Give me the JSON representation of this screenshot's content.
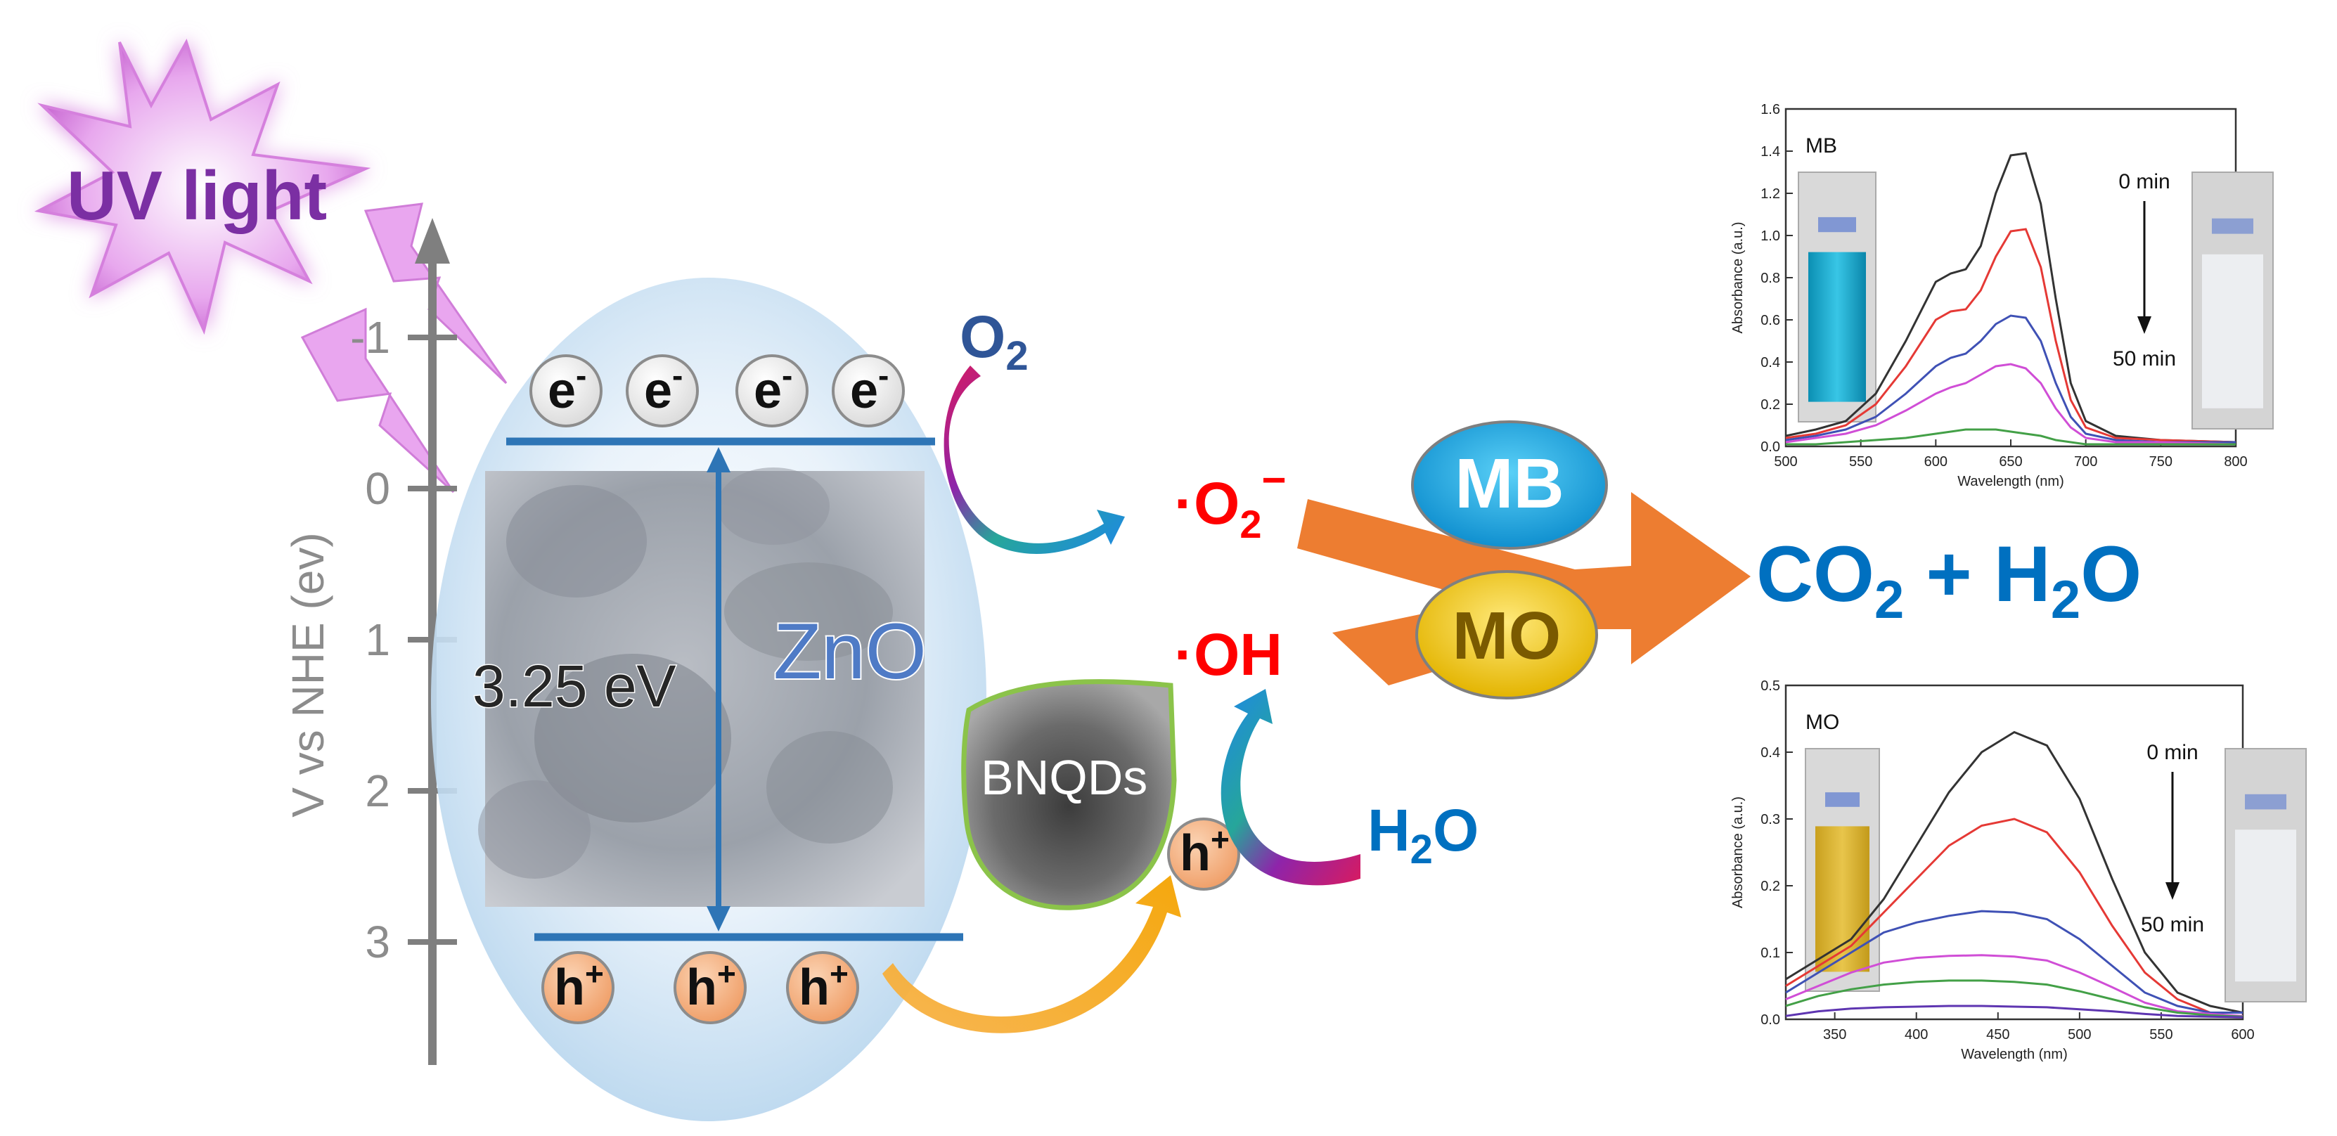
{
  "uv_light": {
    "label": "UV light"
  },
  "energy_axis": {
    "label": "V vs NHE (ev)",
    "ticks": [
      "-1",
      "0",
      "1",
      "2",
      "3"
    ]
  },
  "zno": {
    "label": "ZnO",
    "band_gap": "3.25 eV",
    "electron_symbol": "e",
    "electron_sup": "-",
    "hole_symbol": "h",
    "hole_sup": "+",
    "electron_count": 4,
    "hole_count": 3
  },
  "bnqds": {
    "label": "BNQDs"
  },
  "species": {
    "o2_main": "O",
    "o2_sub": "2",
    "superoxide_main": "·O",
    "superoxide_sub": "2",
    "superoxide_sup": "−",
    "hydroxyl": "·OH",
    "h2o_h": "H",
    "h2o_sub": "2",
    "h2o_o": "O"
  },
  "dyes": {
    "mb": "MB",
    "mo": "MO"
  },
  "products": {
    "co2": "CO",
    "co2_sub": "2",
    "plus": " + ",
    "h2o_h": "H",
    "h2o_sub": "2",
    "h2o_o": "O"
  },
  "colors": {
    "uv": "#7b2fa3",
    "band_line": "#2e75b6",
    "zno_text": "#4f7bc6",
    "radical_red": "#ff0000",
    "arrow_orange": "#ed7d31",
    "mb_fill": "#1ba1d9",
    "mo_fill": "#f2c500",
    "product_blue": "#0070c0",
    "hole_fill": "#f4b183"
  },
  "chart_data": [
    {
      "type": "line",
      "title": "",
      "panel_label": "MB",
      "xlabel": "Wavelength (nm)",
      "ylabel": "Absorbance (a.u.)",
      "xlim": [
        500,
        800
      ],
      "ylim": [
        0,
        1.6
      ],
      "xticks": [
        "500",
        "550",
        "600",
        "650",
        "700",
        "750",
        "800"
      ],
      "yticks": [
        "0.0",
        "0.2",
        "0.4",
        "0.6",
        "0.8",
        "1.0",
        "1.2",
        "1.4",
        "1.6"
      ],
      "time_start": "0 min",
      "time_end": "50 min",
      "x": [
        500,
        520,
        540,
        560,
        580,
        600,
        610,
        620,
        630,
        640,
        650,
        660,
        670,
        680,
        690,
        700,
        720,
        750,
        800
      ],
      "series": [
        {
          "color": "#333333",
          "values": [
            0.05,
            0.08,
            0.12,
            0.25,
            0.5,
            0.78,
            0.82,
            0.84,
            0.95,
            1.2,
            1.38,
            1.39,
            1.15,
            0.7,
            0.3,
            0.12,
            0.05,
            0.03,
            0.02
          ]
        },
        {
          "color": "#e53935",
          "values": [
            0.04,
            0.06,
            0.1,
            0.2,
            0.38,
            0.6,
            0.64,
            0.65,
            0.74,
            0.9,
            1.02,
            1.03,
            0.85,
            0.5,
            0.22,
            0.09,
            0.04,
            0.03,
            0.02
          ]
        },
        {
          "color": "#3f51b5",
          "values": [
            0.03,
            0.05,
            0.08,
            0.14,
            0.25,
            0.38,
            0.42,
            0.44,
            0.5,
            0.58,
            0.62,
            0.61,
            0.5,
            0.3,
            0.14,
            0.06,
            0.03,
            0.02,
            0.02
          ]
        },
        {
          "color": "#d04ed6",
          "values": [
            0.02,
            0.04,
            0.06,
            0.1,
            0.17,
            0.25,
            0.28,
            0.3,
            0.34,
            0.38,
            0.39,
            0.37,
            0.3,
            0.18,
            0.09,
            0.04,
            0.02,
            0.02,
            0.01
          ]
        },
        {
          "color": "#43a047",
          "values": [
            0.01,
            0.01,
            0.02,
            0.03,
            0.04,
            0.06,
            0.07,
            0.08,
            0.08,
            0.08,
            0.07,
            0.06,
            0.05,
            0.03,
            0.02,
            0.01,
            0.01,
            0.01,
            0.01
          ]
        }
      ]
    },
    {
      "type": "line",
      "title": "",
      "panel_label": "MO",
      "xlabel": "Wavelength (nm)",
      "ylabel": "Absorbance (a.u.)",
      "xlim": [
        320,
        600
      ],
      "ylim": [
        0,
        0.5
      ],
      "xticks": [
        "350",
        "400",
        "450",
        "500",
        "550",
        "600"
      ],
      "yticks": [
        "0.0",
        "0.1",
        "0.2",
        "0.3",
        "0.4",
        "0.5"
      ],
      "time_start": "0 min",
      "time_end": "50 min",
      "x": [
        320,
        340,
        360,
        380,
        400,
        420,
        440,
        460,
        480,
        500,
        520,
        540,
        560,
        580,
        600
      ],
      "series": [
        {
          "color": "#333333",
          "values": [
            0.06,
            0.09,
            0.12,
            0.18,
            0.26,
            0.34,
            0.4,
            0.43,
            0.41,
            0.33,
            0.21,
            0.1,
            0.04,
            0.02,
            0.01
          ]
        },
        {
          "color": "#e53935",
          "values": [
            0.05,
            0.08,
            0.11,
            0.16,
            0.21,
            0.26,
            0.29,
            0.3,
            0.28,
            0.22,
            0.14,
            0.07,
            0.03,
            0.01,
            0.01
          ]
        },
        {
          "color": "#3f51b5",
          "values": [
            0.04,
            0.07,
            0.1,
            0.13,
            0.145,
            0.155,
            0.162,
            0.16,
            0.15,
            0.12,
            0.08,
            0.04,
            0.02,
            0.01,
            0.01
          ]
        },
        {
          "color": "#d04ed6",
          "values": [
            0.03,
            0.05,
            0.07,
            0.085,
            0.092,
            0.095,
            0.096,
            0.094,
            0.088,
            0.07,
            0.048,
            0.025,
            0.012,
            0.008,
            0.005
          ]
        },
        {
          "color": "#43a047",
          "values": [
            0.02,
            0.035,
            0.045,
            0.052,
            0.056,
            0.058,
            0.058,
            0.056,
            0.052,
            0.042,
            0.03,
            0.018,
            0.01,
            0.006,
            0.004
          ]
        },
        {
          "color": "#5e35b1",
          "values": [
            0.005,
            0.012,
            0.016,
            0.018,
            0.019,
            0.02,
            0.02,
            0.019,
            0.018,
            0.015,
            0.012,
            0.008,
            0.005,
            0.004,
            0.003
          ]
        }
      ]
    }
  ]
}
